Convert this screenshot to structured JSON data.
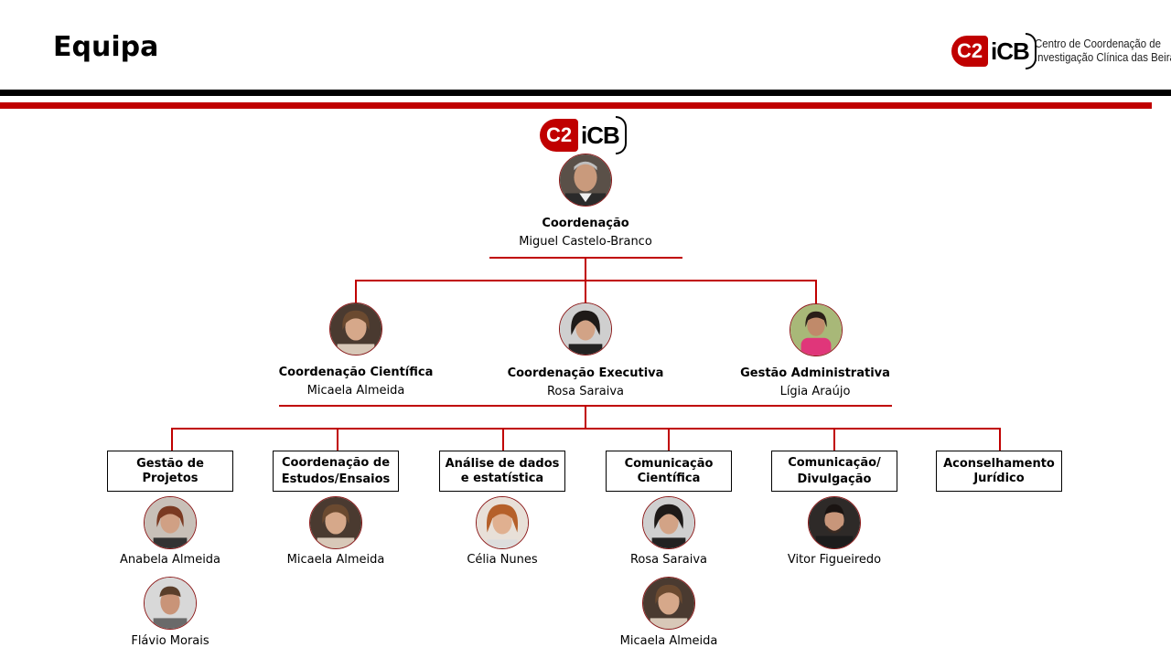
{
  "page_title": "Equipa",
  "logo": {
    "mark_left": "C2",
    "mark_right": "iCB",
    "text_line1": "Centro de Coordenação de",
    "text_line2": "Investigação Clínica das Beiras"
  },
  "top": {
    "role": "Coordenação",
    "name": "Miguel Castelo-Branco"
  },
  "level2": [
    {
      "role": "Coordenação Científica",
      "name": "Micaela Almeida"
    },
    {
      "role": "Coordenação Executiva",
      "name": "Rosa Saraiva"
    },
    {
      "role": "Gestão Administrativa",
      "name": "Lígia Araújo"
    }
  ],
  "units": [
    {
      "title_line1": "Gestão de",
      "title_line2": "Projetos",
      "people": [
        "Anabela Almeida",
        "Flávio Morais"
      ]
    },
    {
      "title_line1": "Coordenação de",
      "title_line2": "Estudos/Ensaios",
      "people": [
        "Micaela Almeida"
      ]
    },
    {
      "title_line1": "Análise de dados",
      "title_line2": "e estatística",
      "people": [
        "Célia Nunes"
      ]
    },
    {
      "title_line1": "Comunicação",
      "title_line2": "Científica",
      "people": [
        "Rosa Saraiva",
        "Micaela Almeida"
      ]
    },
    {
      "title_line1": "Comunicação/",
      "title_line2": "Divulgação",
      "people": [
        "Vitor Figueiredo"
      ]
    },
    {
      "title_line1": "Aconselhamento",
      "title_line2": "Jurídico",
      "people": []
    }
  ],
  "colors": {
    "accent": "#c00000",
    "dark": "#000000"
  }
}
